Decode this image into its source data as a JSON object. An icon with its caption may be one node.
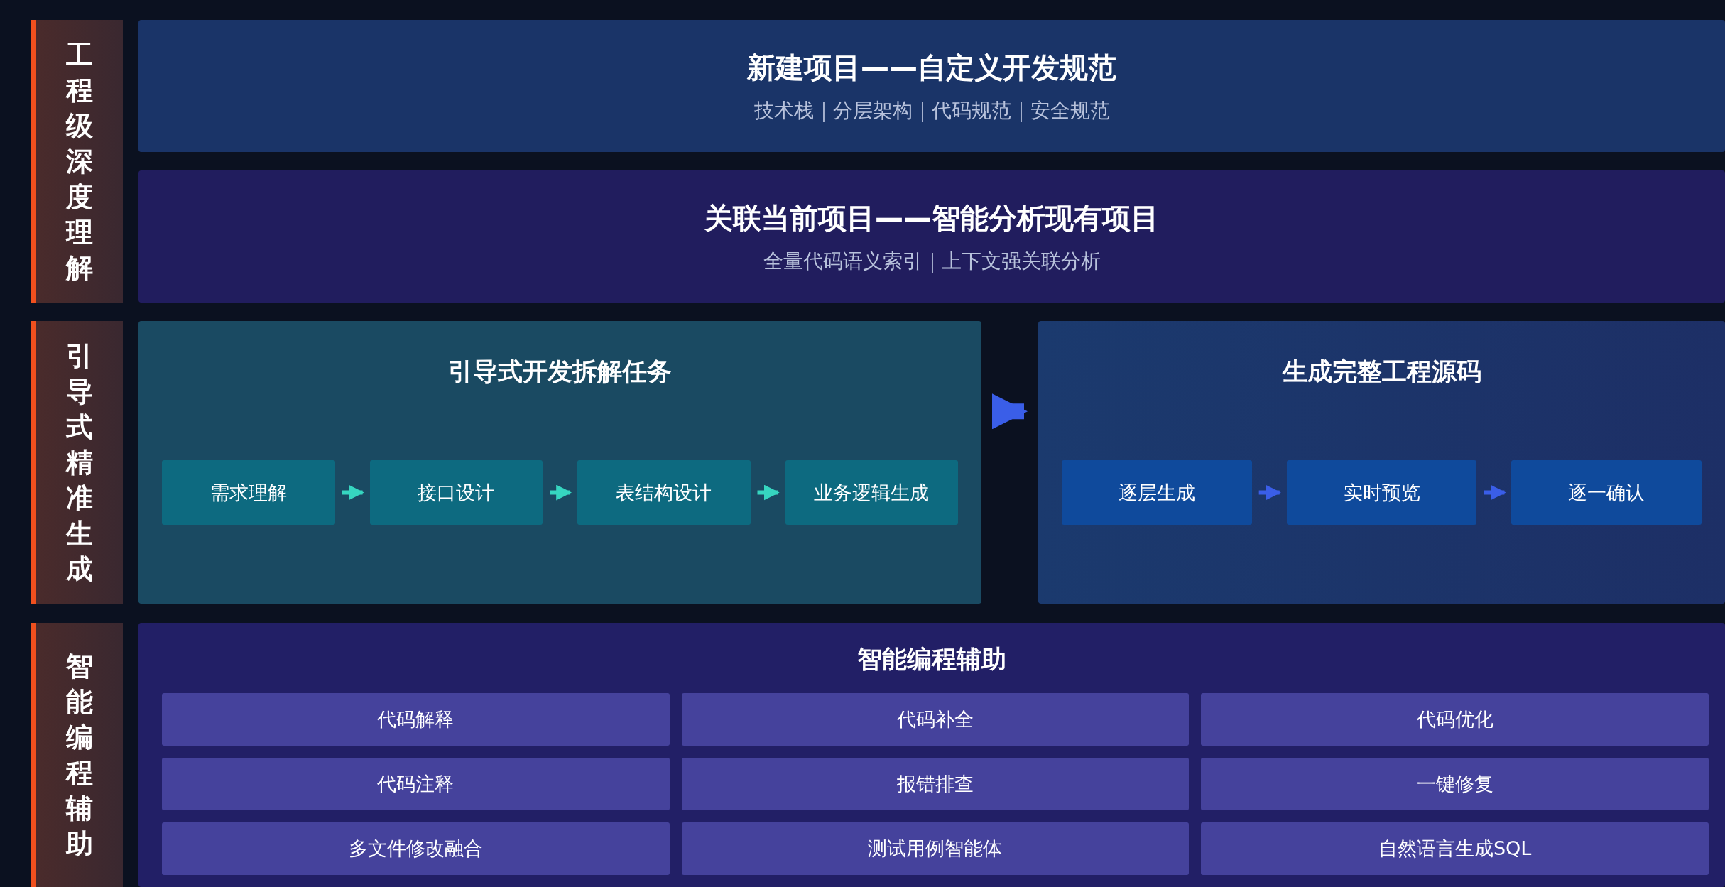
{
  "diagram": {
    "nodes": [
      {
        "text": [
          "工程级深度理解"
        ]
      },
      {
        "text": [
          "新建项目——自定义开发规范",
          "技术栈｜分层架构｜代码规范｜安全规范"
        ]
      },
      {
        "text": [
          "关联当前项目——智能分析现有项目",
          "全量代码语义索引｜上下文强关联分析"
        ]
      },
      {
        "text": [
          "引导式精准生成"
        ]
      },
      {
        "text": [
          "引导式开发拆解任务"
        ]
      },
      {
        "text": [
          "需求理解"
        ],
        "in": 4
      },
      {
        "text": [
          "接口设计"
        ],
        "in": 4
      },
      {
        "text": [
          "表结构设计"
        ],
        "in": 4
      },
      {
        "text": [
          "业务逻辑生成"
        ],
        "in": 4
      },
      {
        "text": [
          "生成完整工程源码"
        ]
      },
      {
        "text": [
          "逐层生成"
        ],
        "in": 9
      },
      {
        "text": [
          "实时预览"
        ],
        "in": 9
      },
      {
        "text": [
          "逐一确认"
        ],
        "in": 9
      },
      {
        "text": [
          "智能编程辅助"
        ]
      },
      {
        "text": [
          "智能编程辅助"
        ]
      },
      {
        "text": [
          "代码解释"
        ],
        "in": 14
      },
      {
        "text": [
          "代码补全"
        ],
        "in": 14
      },
      {
        "text": [
          "代码优化"
        ],
        "in": 14
      },
      {
        "text": [
          "代码注释"
        ],
        "in": 14
      },
      {
        "text": [
          "报错排查"
        ],
        "in": 14
      },
      {
        "text": [
          "一键修复"
        ],
        "in": 14
      },
      {
        "text": [
          "多文件修改融合"
        ],
        "in": 14
      },
      {
        "text": [
          "测试用例智能体"
        ],
        "in": 14
      },
      {
        "text": [
          "自然语言生成SQL"
        ],
        "in": 14
      }
    ],
    "edges": [
      {
        "from": 5,
        "to": 6,
        "arrow": "to"
      },
      {
        "from": 6,
        "to": 7,
        "arrow": "to"
      },
      {
        "from": 7,
        "to": 8,
        "arrow": "to"
      },
      {
        "from": 4,
        "to": 9,
        "arrow": "to",
        "style": "thick",
        "color": "#3a5ee8"
      },
      {
        "from": 10,
        "to": 11,
        "arrow": "to",
        "color": "#3a5ee8"
      },
      {
        "from": 11,
        "to": 12,
        "arrow": "to",
        "color": "#3a5ee8"
      }
    ]
  }
}
